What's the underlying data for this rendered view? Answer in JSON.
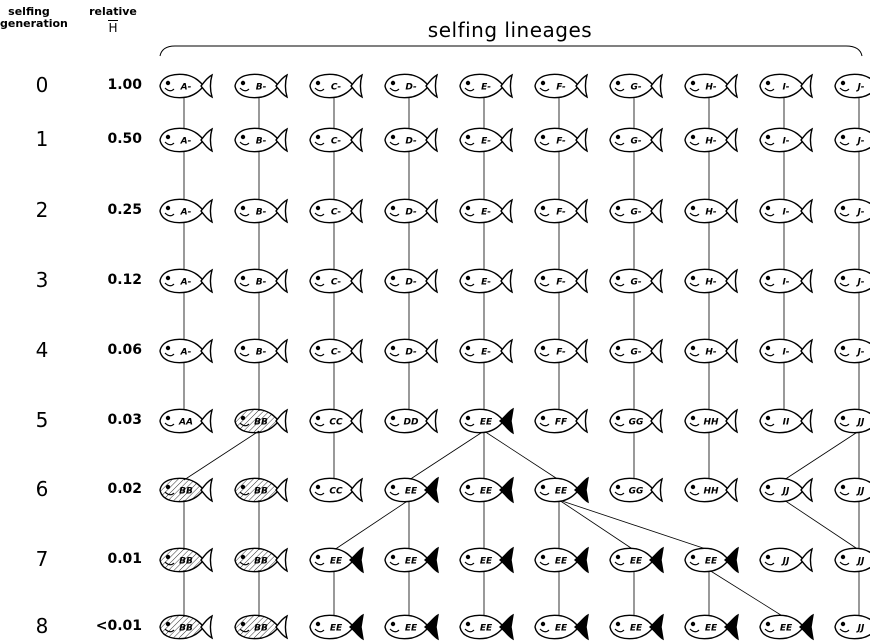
{
  "headers": {
    "generation_top": "selfing",
    "generation_bottom": "generation",
    "relative_top": "relative",
    "relative_bottom": "H",
    "title": "selfing lineages"
  },
  "rows": [
    {
      "generation": "0",
      "relative_h": "1.00"
    },
    {
      "generation": "1",
      "relative_h": "0.50"
    },
    {
      "generation": "2",
      "relative_h": "0.25"
    },
    {
      "generation": "3",
      "relative_h": "0.12"
    },
    {
      "generation": "4",
      "relative_h": "0.06"
    },
    {
      "generation": "5",
      "relative_h": "0.03"
    },
    {
      "generation": "6",
      "relative_h": "0.02"
    },
    {
      "generation": "7",
      "relative_h": "0.01"
    },
    {
      "generation": "8",
      "relative_h": "<0.01"
    }
  ],
  "fish_rows": [
    [
      {
        "label": "A-",
        "tail": "open",
        "pattern": "plain"
      },
      {
        "label": "B-",
        "tail": "open",
        "pattern": "plain"
      },
      {
        "label": "C-",
        "tail": "open",
        "pattern": "plain"
      },
      {
        "label": "D-",
        "tail": "open",
        "pattern": "plain"
      },
      {
        "label": "E-",
        "tail": "open",
        "pattern": "plain"
      },
      {
        "label": "F-",
        "tail": "open",
        "pattern": "plain"
      },
      {
        "label": "G-",
        "tail": "open",
        "pattern": "plain"
      },
      {
        "label": "H-",
        "tail": "open",
        "pattern": "plain"
      },
      {
        "label": "I-",
        "tail": "open",
        "pattern": "plain"
      },
      {
        "label": "J-",
        "tail": "open",
        "pattern": "plain"
      }
    ],
    [
      {
        "label": "A-",
        "tail": "open",
        "pattern": "plain"
      },
      {
        "label": "B-",
        "tail": "open",
        "pattern": "plain"
      },
      {
        "label": "C-",
        "tail": "open",
        "pattern": "plain"
      },
      {
        "label": "D-",
        "tail": "open",
        "pattern": "plain"
      },
      {
        "label": "E-",
        "tail": "open",
        "pattern": "plain"
      },
      {
        "label": "F-",
        "tail": "open",
        "pattern": "plain"
      },
      {
        "label": "G-",
        "tail": "open",
        "pattern": "plain"
      },
      {
        "label": "H-",
        "tail": "open",
        "pattern": "plain"
      },
      {
        "label": "I-",
        "tail": "open",
        "pattern": "plain"
      },
      {
        "label": "J-",
        "tail": "open",
        "pattern": "plain"
      }
    ],
    [
      {
        "label": "A-",
        "tail": "open",
        "pattern": "plain"
      },
      {
        "label": "B-",
        "tail": "open",
        "pattern": "plain"
      },
      {
        "label": "C-",
        "tail": "open",
        "pattern": "plain"
      },
      {
        "label": "D-",
        "tail": "open",
        "pattern": "plain"
      },
      {
        "label": "E-",
        "tail": "open",
        "pattern": "plain"
      },
      {
        "label": "F-",
        "tail": "open",
        "pattern": "plain"
      },
      {
        "label": "G-",
        "tail": "open",
        "pattern": "plain"
      },
      {
        "label": "H-",
        "tail": "open",
        "pattern": "plain"
      },
      {
        "label": "I-",
        "tail": "open",
        "pattern": "plain"
      },
      {
        "label": "J-",
        "tail": "open",
        "pattern": "plain"
      }
    ],
    [
      {
        "label": "A-",
        "tail": "open",
        "pattern": "plain"
      },
      {
        "label": "B-",
        "tail": "open",
        "pattern": "plain"
      },
      {
        "label": "C-",
        "tail": "open",
        "pattern": "plain"
      },
      {
        "label": "D-",
        "tail": "open",
        "pattern": "plain"
      },
      {
        "label": "E-",
        "tail": "open",
        "pattern": "plain"
      },
      {
        "label": "F-",
        "tail": "open",
        "pattern": "plain"
      },
      {
        "label": "G-",
        "tail": "open",
        "pattern": "plain"
      },
      {
        "label": "H-",
        "tail": "open",
        "pattern": "plain"
      },
      {
        "label": "I-",
        "tail": "open",
        "pattern": "plain"
      },
      {
        "label": "J-",
        "tail": "open",
        "pattern": "plain"
      }
    ],
    [
      {
        "label": "A-",
        "tail": "open",
        "pattern": "plain"
      },
      {
        "label": "B-",
        "tail": "open",
        "pattern": "plain"
      },
      {
        "label": "C-",
        "tail": "open",
        "pattern": "plain"
      },
      {
        "label": "D-",
        "tail": "open",
        "pattern": "plain"
      },
      {
        "label": "E-",
        "tail": "open",
        "pattern": "plain"
      },
      {
        "label": "F-",
        "tail": "open",
        "pattern": "plain"
      },
      {
        "label": "G-",
        "tail": "open",
        "pattern": "plain"
      },
      {
        "label": "H-",
        "tail": "open",
        "pattern": "plain"
      },
      {
        "label": "I-",
        "tail": "open",
        "pattern": "plain"
      },
      {
        "label": "J-",
        "tail": "open",
        "pattern": "plain"
      }
    ],
    [
      {
        "label": "AA",
        "tail": "open",
        "pattern": "plain"
      },
      {
        "label": "BB",
        "tail": "open",
        "pattern": "hatched"
      },
      {
        "label": "CC",
        "tail": "open",
        "pattern": "plain"
      },
      {
        "label": "DD",
        "tail": "open",
        "pattern": "plain"
      },
      {
        "label": "EE",
        "tail": "filled",
        "pattern": "plain"
      },
      {
        "label": "FF",
        "tail": "open",
        "pattern": "plain"
      },
      {
        "label": "GG",
        "tail": "open",
        "pattern": "plain"
      },
      {
        "label": "HH",
        "tail": "open",
        "pattern": "plain"
      },
      {
        "label": "II",
        "tail": "open",
        "pattern": "plain"
      },
      {
        "label": "JJ",
        "tail": "open",
        "pattern": "plain"
      }
    ],
    [
      {
        "label": "BB",
        "tail": "open",
        "pattern": "hatched"
      },
      {
        "label": "BB",
        "tail": "open",
        "pattern": "hatched"
      },
      {
        "label": "CC",
        "tail": "open",
        "pattern": "plain"
      },
      {
        "label": "EE",
        "tail": "filled",
        "pattern": "plain"
      },
      {
        "label": "EE",
        "tail": "filled",
        "pattern": "plain"
      },
      {
        "label": "EE",
        "tail": "filled",
        "pattern": "plain"
      },
      {
        "label": "GG",
        "tail": "open",
        "pattern": "plain"
      },
      {
        "label": "HH",
        "tail": "open",
        "pattern": "plain"
      },
      {
        "label": "JJ",
        "tail": "open",
        "pattern": "plain"
      },
      {
        "label": "JJ",
        "tail": "open",
        "pattern": "plain"
      }
    ],
    [
      {
        "label": "BB",
        "tail": "open",
        "pattern": "hatched"
      },
      {
        "label": "BB",
        "tail": "open",
        "pattern": "hatched"
      },
      {
        "label": "EE",
        "tail": "filled",
        "pattern": "plain"
      },
      {
        "label": "EE",
        "tail": "filled",
        "pattern": "plain"
      },
      {
        "label": "EE",
        "tail": "filled",
        "pattern": "plain"
      },
      {
        "label": "EE",
        "tail": "filled",
        "pattern": "plain"
      },
      {
        "label": "EE",
        "tail": "filled",
        "pattern": "plain"
      },
      {
        "label": "EE",
        "tail": "filled",
        "pattern": "plain"
      },
      {
        "label": "JJ",
        "tail": "open",
        "pattern": "plain"
      },
      {
        "label": "JJ",
        "tail": "open",
        "pattern": "plain"
      }
    ],
    [
      {
        "label": "BB",
        "tail": "open",
        "pattern": "hatched"
      },
      {
        "label": "BB",
        "tail": "open",
        "pattern": "hatched"
      },
      {
        "label": "EE",
        "tail": "filled",
        "pattern": "plain"
      },
      {
        "label": "EE",
        "tail": "filled",
        "pattern": "plain"
      },
      {
        "label": "EE",
        "tail": "filled",
        "pattern": "plain"
      },
      {
        "label": "EE",
        "tail": "filled",
        "pattern": "plain"
      },
      {
        "label": "EE",
        "tail": "filled",
        "pattern": "plain"
      },
      {
        "label": "EE",
        "tail": "filled",
        "pattern": "plain"
      },
      {
        "label": "EE",
        "tail": "filled",
        "pattern": "plain"
      },
      {
        "label": "JJ",
        "tail": "open",
        "pattern": "plain"
      }
    ]
  ],
  "connections": [
    [
      [
        0,
        0
      ],
      [
        1,
        1
      ],
      [
        2,
        2
      ],
      [
        3,
        3
      ],
      [
        4,
        4
      ],
      [
        5,
        5
      ],
      [
        6,
        6
      ],
      [
        7,
        7
      ],
      [
        8,
        8
      ],
      [
        9,
        9
      ]
    ],
    [
      [
        0,
        0
      ],
      [
        1,
        1
      ],
      [
        2,
        2
      ],
      [
        3,
        3
      ],
      [
        4,
        4
      ],
      [
        5,
        5
      ],
      [
        6,
        6
      ],
      [
        7,
        7
      ],
      [
        8,
        8
      ],
      [
        9,
        9
      ]
    ],
    [
      [
        0,
        0
      ],
      [
        1,
        1
      ],
      [
        2,
        2
      ],
      [
        3,
        3
      ],
      [
        4,
        4
      ],
      [
        5,
        5
      ],
      [
        6,
        6
      ],
      [
        7,
        7
      ],
      [
        8,
        8
      ],
      [
        9,
        9
      ]
    ],
    [
      [
        0,
        0
      ],
      [
        1,
        1
      ],
      [
        2,
        2
      ],
      [
        3,
        3
      ],
      [
        4,
        4
      ],
      [
        5,
        5
      ],
      [
        6,
        6
      ],
      [
        7,
        7
      ],
      [
        8,
        8
      ],
      [
        9,
        9
      ]
    ],
    [
      [
        0,
        0
      ],
      [
        1,
        1
      ],
      [
        2,
        2
      ],
      [
        3,
        3
      ],
      [
        4,
        4
      ],
      [
        5,
        5
      ],
      [
        6,
        6
      ],
      [
        7,
        7
      ],
      [
        8,
        8
      ],
      [
        9,
        9
      ]
    ],
    [
      [
        1,
        0
      ],
      [
        1,
        1
      ],
      [
        2,
        2
      ],
      [
        4,
        3
      ],
      [
        4,
        4
      ],
      [
        4,
        5
      ],
      [
        6,
        6
      ],
      [
        7,
        7
      ],
      [
        9,
        8
      ],
      [
        9,
        9
      ]
    ],
    [
      [
        0,
        0
      ],
      [
        1,
        1
      ],
      [
        3,
        2
      ],
      [
        3,
        3
      ],
      [
        4,
        4
      ],
      [
        5,
        5
      ],
      [
        5,
        6
      ],
      [
        5,
        7
      ],
      [
        8,
        9
      ],
      [
        9,
        9
      ]
    ],
    [
      [
        0,
        0
      ],
      [
        1,
        1
      ],
      [
        2,
        2
      ],
      [
        3,
        3
      ],
      [
        4,
        4
      ],
      [
        5,
        5
      ],
      [
        6,
        6
      ],
      [
        7,
        7
      ],
      [
        7,
        8
      ],
      [
        9,
        9
      ]
    ]
  ]
}
